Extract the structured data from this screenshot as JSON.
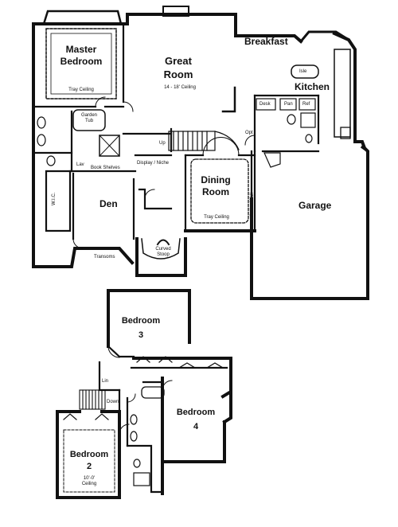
{
  "plan": {
    "first_floor": {
      "master_bedroom": {
        "name_line1": "Master",
        "name_line2": "Bedroom",
        "note": "Tray Ceiling"
      },
      "great_room": {
        "name_line1": "Great",
        "name_line2": "Room",
        "note": "14 - 18' Ceiling"
      },
      "breakfast": {
        "name": "Breakfast"
      },
      "kitchen": {
        "name": "Kitchen",
        "island": "Isle"
      },
      "garden_tub": {
        "name_line1": "Garden",
        "name_line2": "Tub"
      },
      "walk_in_closet": {
        "name": "W.I.C."
      },
      "lav": {
        "name": "Lav"
      },
      "bookshelves": {
        "name": "Book Shelves"
      },
      "display_niche": {
        "name": "Display / Niche"
      },
      "den": {
        "name": "Den"
      },
      "transoms": {
        "name": "Transoms"
      },
      "curved_stoop": {
        "name_line1": "Curved",
        "name_line2": "Stoop"
      },
      "dining_room": {
        "name_line1": "Dining",
        "name_line2": "Room",
        "note": "Tray Ceiling"
      },
      "action_wall": {
        "name": "Action Wall"
      },
      "garage": {
        "name": "Garage"
      },
      "desk": {
        "name": "Desk"
      },
      "pantry": {
        "name": "Pan"
      },
      "refrigerator": {
        "name": "Ref"
      },
      "optional_washer": {
        "name": "Opt"
      },
      "stairs_up": {
        "name": "Up"
      },
      "tray_ceiling_short": {
        "name": "Tray Ceiling"
      }
    },
    "second_floor": {
      "bedroom_3": {
        "name": "Bedroom",
        "number": "3"
      },
      "bedroom_4": {
        "name": "Bedroom",
        "number": "4"
      },
      "bedroom_2": {
        "name": "Bedroom",
        "number": "2",
        "note_line1": "10'-0'",
        "note_line2": "Ceiling"
      },
      "linen": {
        "name": "Lin"
      },
      "stairs_down": {
        "name": "Down"
      }
    }
  }
}
